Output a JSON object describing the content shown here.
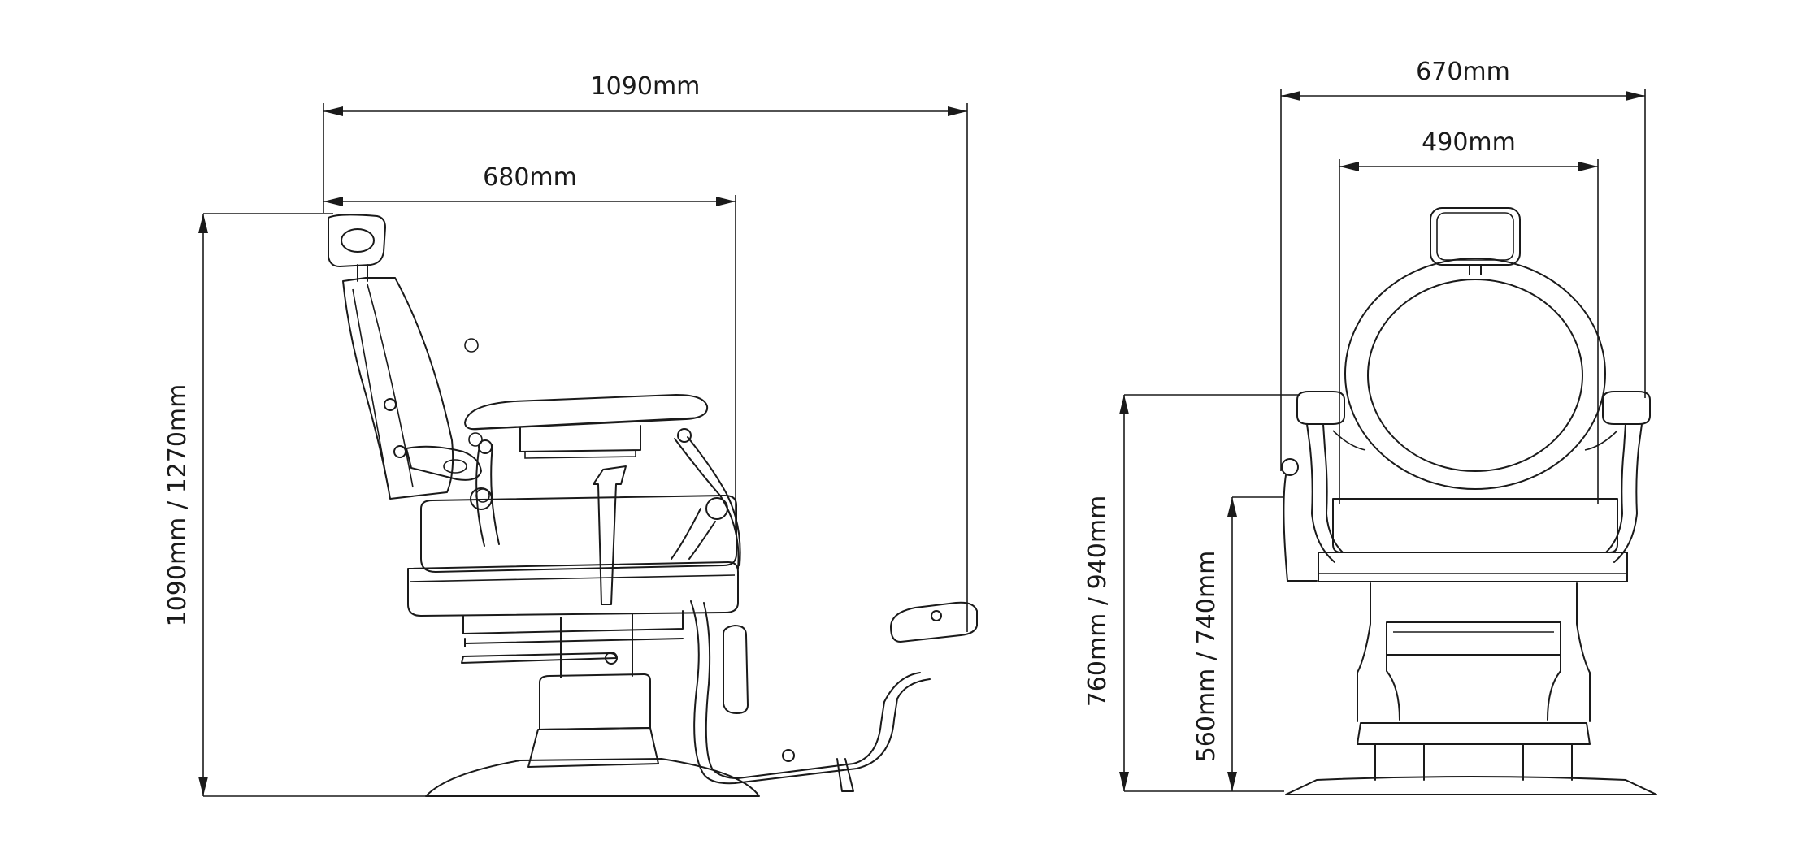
{
  "side_view": {
    "overall_length": "1090mm",
    "seat_length": "680mm",
    "overall_height": "1090mm / 1270mm"
  },
  "front_view": {
    "overall_width": "670mm",
    "seat_width": "490mm",
    "armrest_height": "760mm / 940mm",
    "seat_height": "560mm / 740mm"
  }
}
